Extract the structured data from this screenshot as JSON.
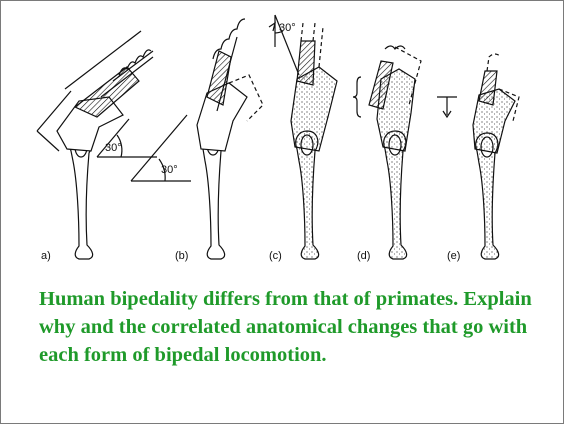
{
  "slide": {
    "panels": [
      {
        "label": "a)",
        "angle": "30°"
      },
      {
        "label": "(b)",
        "angle": "30°"
      },
      {
        "label": "(c)",
        "angle": "30°"
      },
      {
        "label": "(d)"
      },
      {
        "label": "(e)"
      }
    ],
    "question": "Human bipedality differs from that of primates.  Explain why and the correlated anatomical changes that go with each form of bipedal locomotion.",
    "colors": {
      "text": "#1f9a2a",
      "border": "#7a7a7a",
      "drawing": "#111111"
    }
  }
}
